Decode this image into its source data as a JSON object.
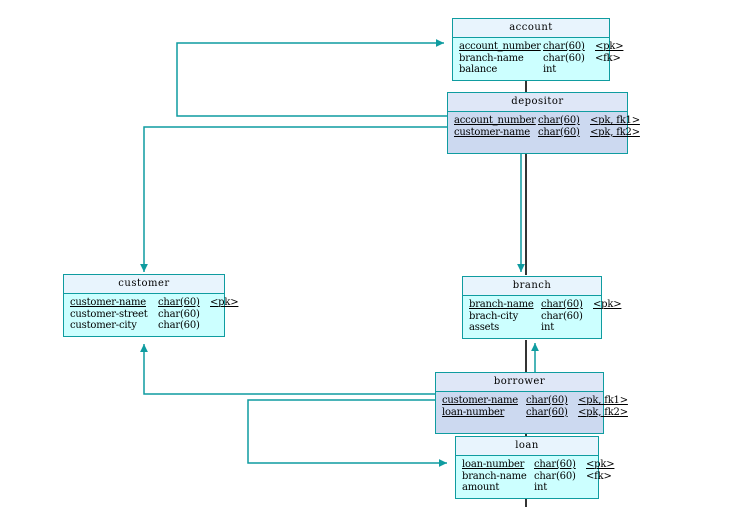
{
  "diagram": {
    "title": "bank-er-physical-model",
    "colors": {
      "entity_fill": "#ccffff",
      "relation_fill": "#ccd9f0",
      "header_fill": "#e8f4fd",
      "border": "#0f9ca0",
      "connector": "#0f9ca0",
      "plain_connector": "#000000"
    }
  },
  "tables": {
    "account": {
      "name": "account",
      "columns": [
        {
          "name": "account_number",
          "type": "char(60)",
          "key": "<pk>",
          "pk": true
        },
        {
          "name": "branch-name",
          "type": "char(60)",
          "key": "<fk>",
          "pk": false
        },
        {
          "name": "balance",
          "type": "int",
          "key": "",
          "pk": false
        }
      ]
    },
    "depositor": {
      "name": "depositor",
      "columns": [
        {
          "name": "account_number",
          "type": "char(60)",
          "key": "<pk, fk1>",
          "pk": true
        },
        {
          "name": "customer-name",
          "type": "char(60)",
          "key": "<pk, fk2>",
          "pk": true
        }
      ]
    },
    "customer": {
      "name": "customer",
      "columns": [
        {
          "name": "customer-name",
          "type": "char(60)",
          "key": "<pk>",
          "pk": true
        },
        {
          "name": "customer-street",
          "type": "char(60)",
          "key": "",
          "pk": false
        },
        {
          "name": "customer-city",
          "type": "char(60)",
          "key": "",
          "pk": false
        }
      ]
    },
    "branch": {
      "name": "branch",
      "columns": [
        {
          "name": "branch-name",
          "type": "char(60)",
          "key": "<pk>",
          "pk": true
        },
        {
          "name": "brach-city",
          "type": "char(60)",
          "key": "",
          "pk": false
        },
        {
          "name": "assets",
          "type": "int",
          "key": "",
          "pk": false
        }
      ]
    },
    "borrower": {
      "name": "borrower",
      "columns": [
        {
          "name": "customer-name",
          "type": "char(60)",
          "key": "<pk, fk1>",
          "pk": true
        },
        {
          "name": "loan-number",
          "type": "char(60)",
          "key": "<pk, fk2>",
          "pk": true
        }
      ]
    },
    "loan": {
      "name": "loan",
      "columns": [
        {
          "name": "loan-number",
          "type": "char(60)",
          "key": "<pk>",
          "pk": true
        },
        {
          "name": "branch-name",
          "type": "char(60)",
          "key": "<fk>",
          "pk": false
        },
        {
          "name": "amount",
          "type": "int",
          "key": "",
          "pk": false
        }
      ]
    }
  }
}
